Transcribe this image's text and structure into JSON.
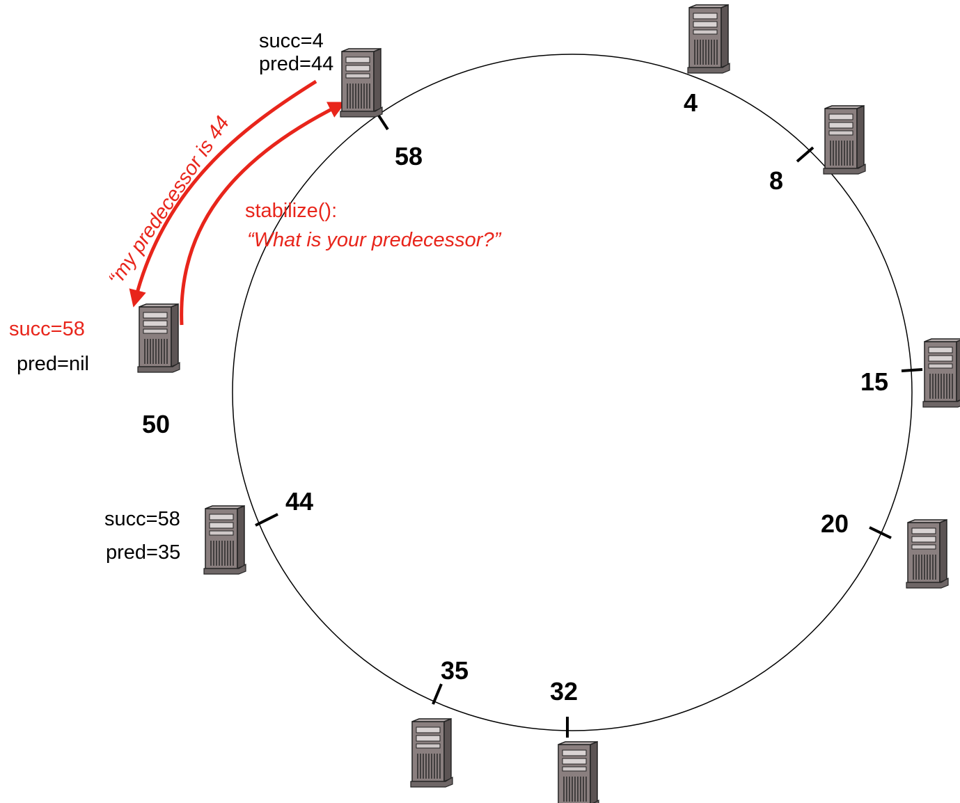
{
  "nodes": [
    {
      "id": "4"
    },
    {
      "id": "8"
    },
    {
      "id": "15"
    },
    {
      "id": "20"
    },
    {
      "id": "32"
    },
    {
      "id": "35"
    },
    {
      "id": "44"
    },
    {
      "id": "50"
    },
    {
      "id": "58"
    }
  ],
  "node58": {
    "succ": "succ=4",
    "pred": "pred=44"
  },
  "node50": {
    "succ": "succ=58",
    "pred": "pred=nil"
  },
  "node44": {
    "succ": "succ=58",
    "pred": "pred=35"
  },
  "messages": {
    "request_line1": "stabilize():",
    "request_line2": "“What is your predecessor?”",
    "reply": "“my predecessor is 44"
  },
  "colors": {
    "highlight": "#e8251b",
    "ring": "#000000"
  },
  "icons": {
    "server": "server-tower-icon"
  }
}
